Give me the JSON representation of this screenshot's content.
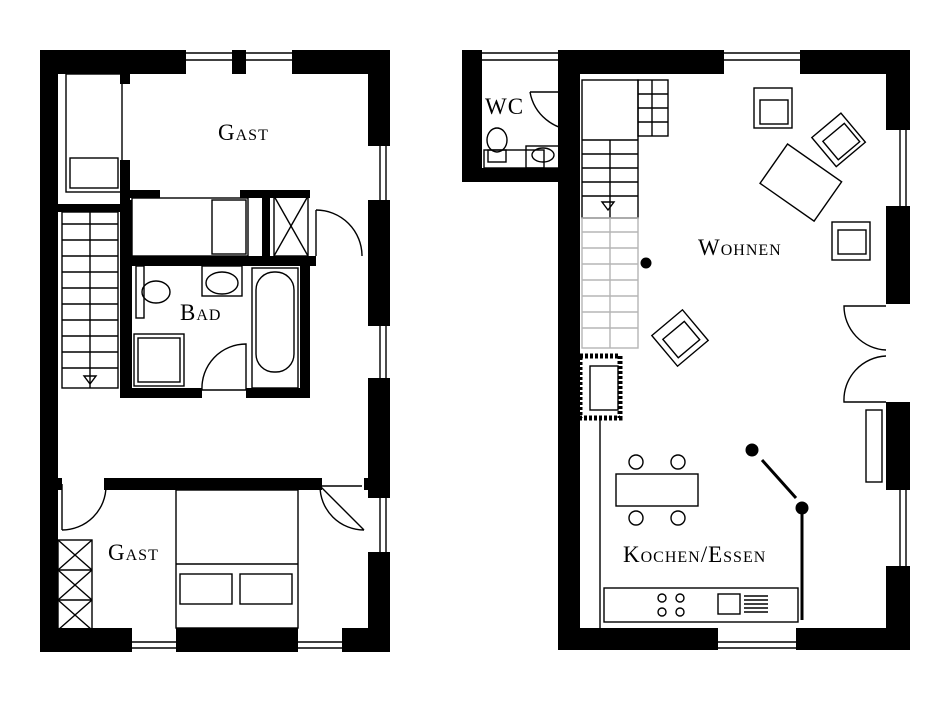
{
  "floor_plans": [
    {
      "id": "upper-floor",
      "rooms": [
        {
          "key": "gast-top",
          "label": "Gast"
        },
        {
          "key": "bad",
          "label": "Bad"
        },
        {
          "key": "gast-bottom",
          "label": "Gast"
        }
      ]
    },
    {
      "id": "ground-floor",
      "rooms": [
        {
          "key": "wc",
          "label": "WC"
        },
        {
          "key": "wohnen",
          "label": "Wohnen"
        },
        {
          "key": "kochen-essen",
          "label": "Kochen/Essen"
        }
      ]
    }
  ],
  "colors": {
    "wall": "#000000",
    "line": "#000000",
    "background": "#ffffff",
    "stair_faded": "#b5b5b5"
  }
}
